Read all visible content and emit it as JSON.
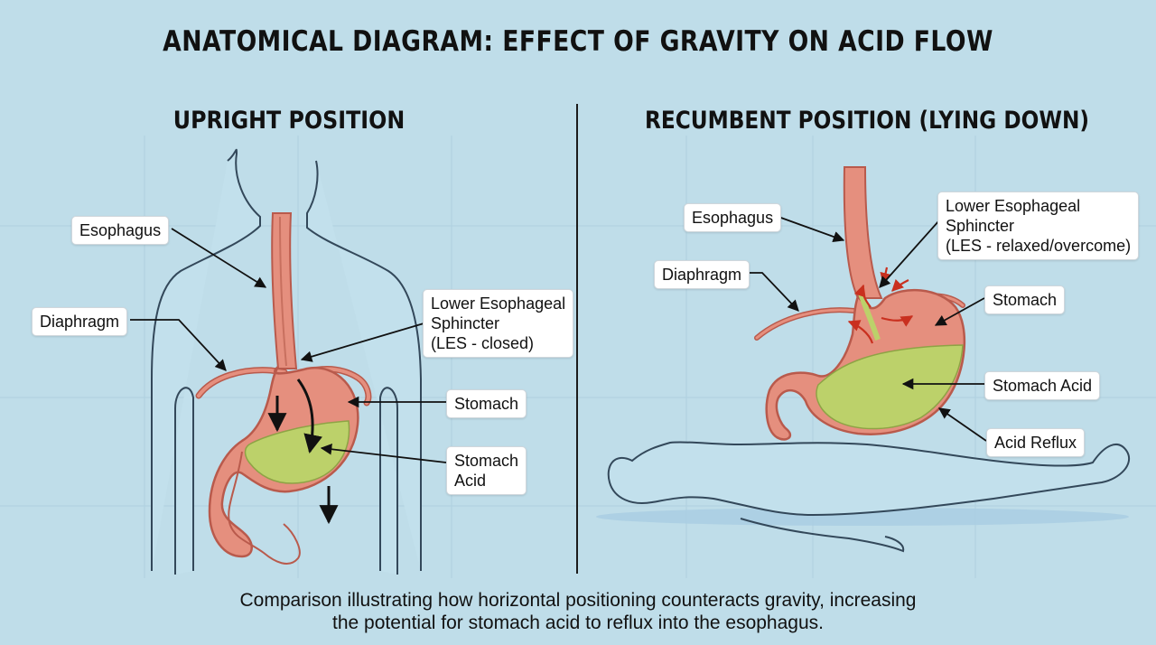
{
  "title": "ANATOMICAL DIAGRAM: EFFECT OF GRAVITY ON ACID FLOW",
  "panels": {
    "upright": {
      "title": "UPRIGHT POSITION",
      "labels": {
        "esophagus": "Esophagus",
        "diaphragm": "Diaphragm",
        "les_1": "Lower Esophageal",
        "les_2": "Sphincter",
        "les_3": "(LES - closed)",
        "stomach": "Stomach",
        "acid_1": "Stomach",
        "acid_2": "Acid"
      }
    },
    "recumbent": {
      "title": "RECUMBENT POSITION (LYING DOWN)",
      "labels": {
        "esophagus": "Esophagus",
        "diaphragm": "Diaphragm",
        "les_1": "Lower Esophageal",
        "les_2": "Sphincter",
        "les_3": "(LES - relaxed/overcome)",
        "stomach": "Stomach",
        "acid": "Stomach Acid",
        "reflux": "Acid Reflux"
      }
    }
  },
  "caption": {
    "line1": "Comparison illustrating how horizontal positioning counteracts gravity, increasing",
    "line2": "the potential for stomach acid to reflux into the esophagus."
  },
  "colors": {
    "background": "#bfdde9",
    "tissue": "#e58f7e",
    "tissue_dark": "#b95a4c",
    "acid": "#bcd16a",
    "reflux_arrow": "#c9301f",
    "outline": "#33485a"
  }
}
